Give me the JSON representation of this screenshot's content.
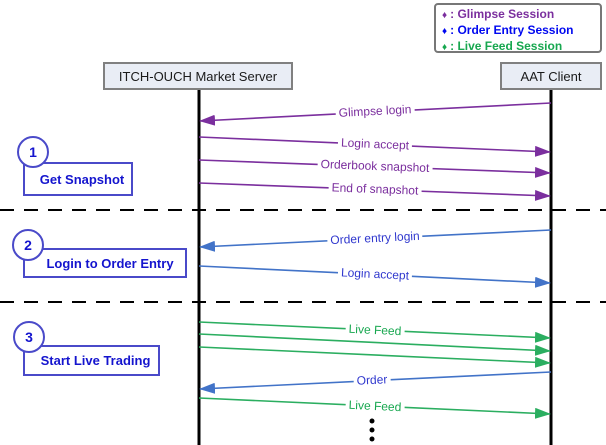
{
  "colors": {
    "glimpse": "#7B2F9E",
    "order_entry_line": "#4273C8",
    "order_entry_text": "#3038CE",
    "live_feed_line": "#2BAE60",
    "live_feed_text": "#17A74F",
    "legend_blue": "#0008F0",
    "phase_text": "#1414CE",
    "phase_border": "#4A4AC9",
    "actor_fill": "#E9EDF5",
    "actor_border": "#808080",
    "lifeline": "#000000"
  },
  "legend": {
    "items": [
      {
        "glyph": "♦",
        "label": ": Glimpse Session",
        "color": "#7B2F9E"
      },
      {
        "glyph": "♦",
        "label": ": Order Entry Session",
        "color": "#0008F0"
      },
      {
        "glyph": "♦",
        "label": ": Live Feed Session",
        "color": "#17A74F"
      }
    ]
  },
  "actors": {
    "left": "ITCH-OUCH Market Server",
    "right": "AAT Client"
  },
  "phases": [
    {
      "number": "1",
      "label": "Get Snapshot"
    },
    {
      "number": "2",
      "label": "Login to Order Entry"
    },
    {
      "number": "3",
      "label": "Start Live Trading"
    }
  ],
  "messages": [
    {
      "label": "Glimpse login",
      "session": "glimpse",
      "to": "server"
    },
    {
      "label": "Login accept",
      "session": "glimpse",
      "to": "client"
    },
    {
      "label": "Orderbook snapshot",
      "session": "glimpse",
      "to": "client"
    },
    {
      "label": "End of snapshot",
      "session": "glimpse",
      "to": "client"
    },
    {
      "label": "Order entry login",
      "session": "order-entry",
      "to": "server"
    },
    {
      "label": "Login accept",
      "session": "order-entry",
      "to": "client"
    },
    {
      "label": "Live Feed",
      "session": "live-feed",
      "to": "client",
      "arrow_count": 3
    },
    {
      "label": "Order",
      "session": "order-entry",
      "to": "server"
    },
    {
      "label": "Live Feed",
      "session": "live-feed",
      "to": "client"
    }
  ],
  "continuation_ellipsis": "⋮"
}
